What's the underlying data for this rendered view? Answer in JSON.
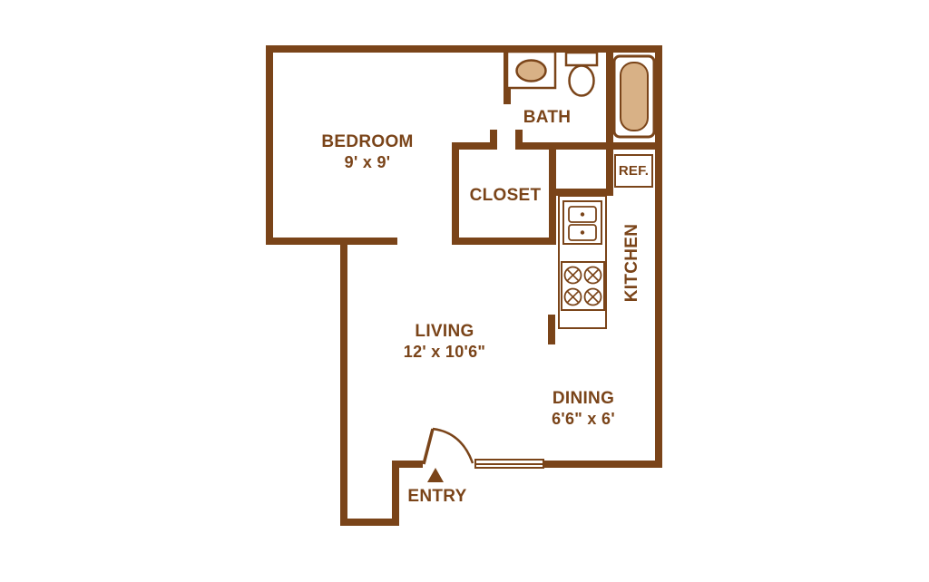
{
  "colors": {
    "wall": "#7a4419",
    "tan": "#d8b186",
    "bg": "#ffffff"
  },
  "rooms": {
    "bedroom": {
      "label": "BEDROOM",
      "dims": "9' x 9'"
    },
    "bath": {
      "label": "BATH"
    },
    "closet": {
      "label": "CLOSET"
    },
    "refrigerator": {
      "label": "REF."
    },
    "kitchen": {
      "label": "KITCHEN"
    },
    "living": {
      "label": "LIVING",
      "dims": "12' x 10'6\""
    },
    "dining": {
      "label": "DINING",
      "dims": "6'6\" x 6'"
    },
    "entry": {
      "label": "ENTRY"
    }
  },
  "fixtures": [
    "bathroom-sink-icon",
    "toilet-icon",
    "bathtub-icon",
    "refrigerator",
    "kitchen-counter",
    "kitchen-sink-icon",
    "stove-icon",
    "entry-door-icon",
    "window",
    "entry-marker-icon"
  ]
}
